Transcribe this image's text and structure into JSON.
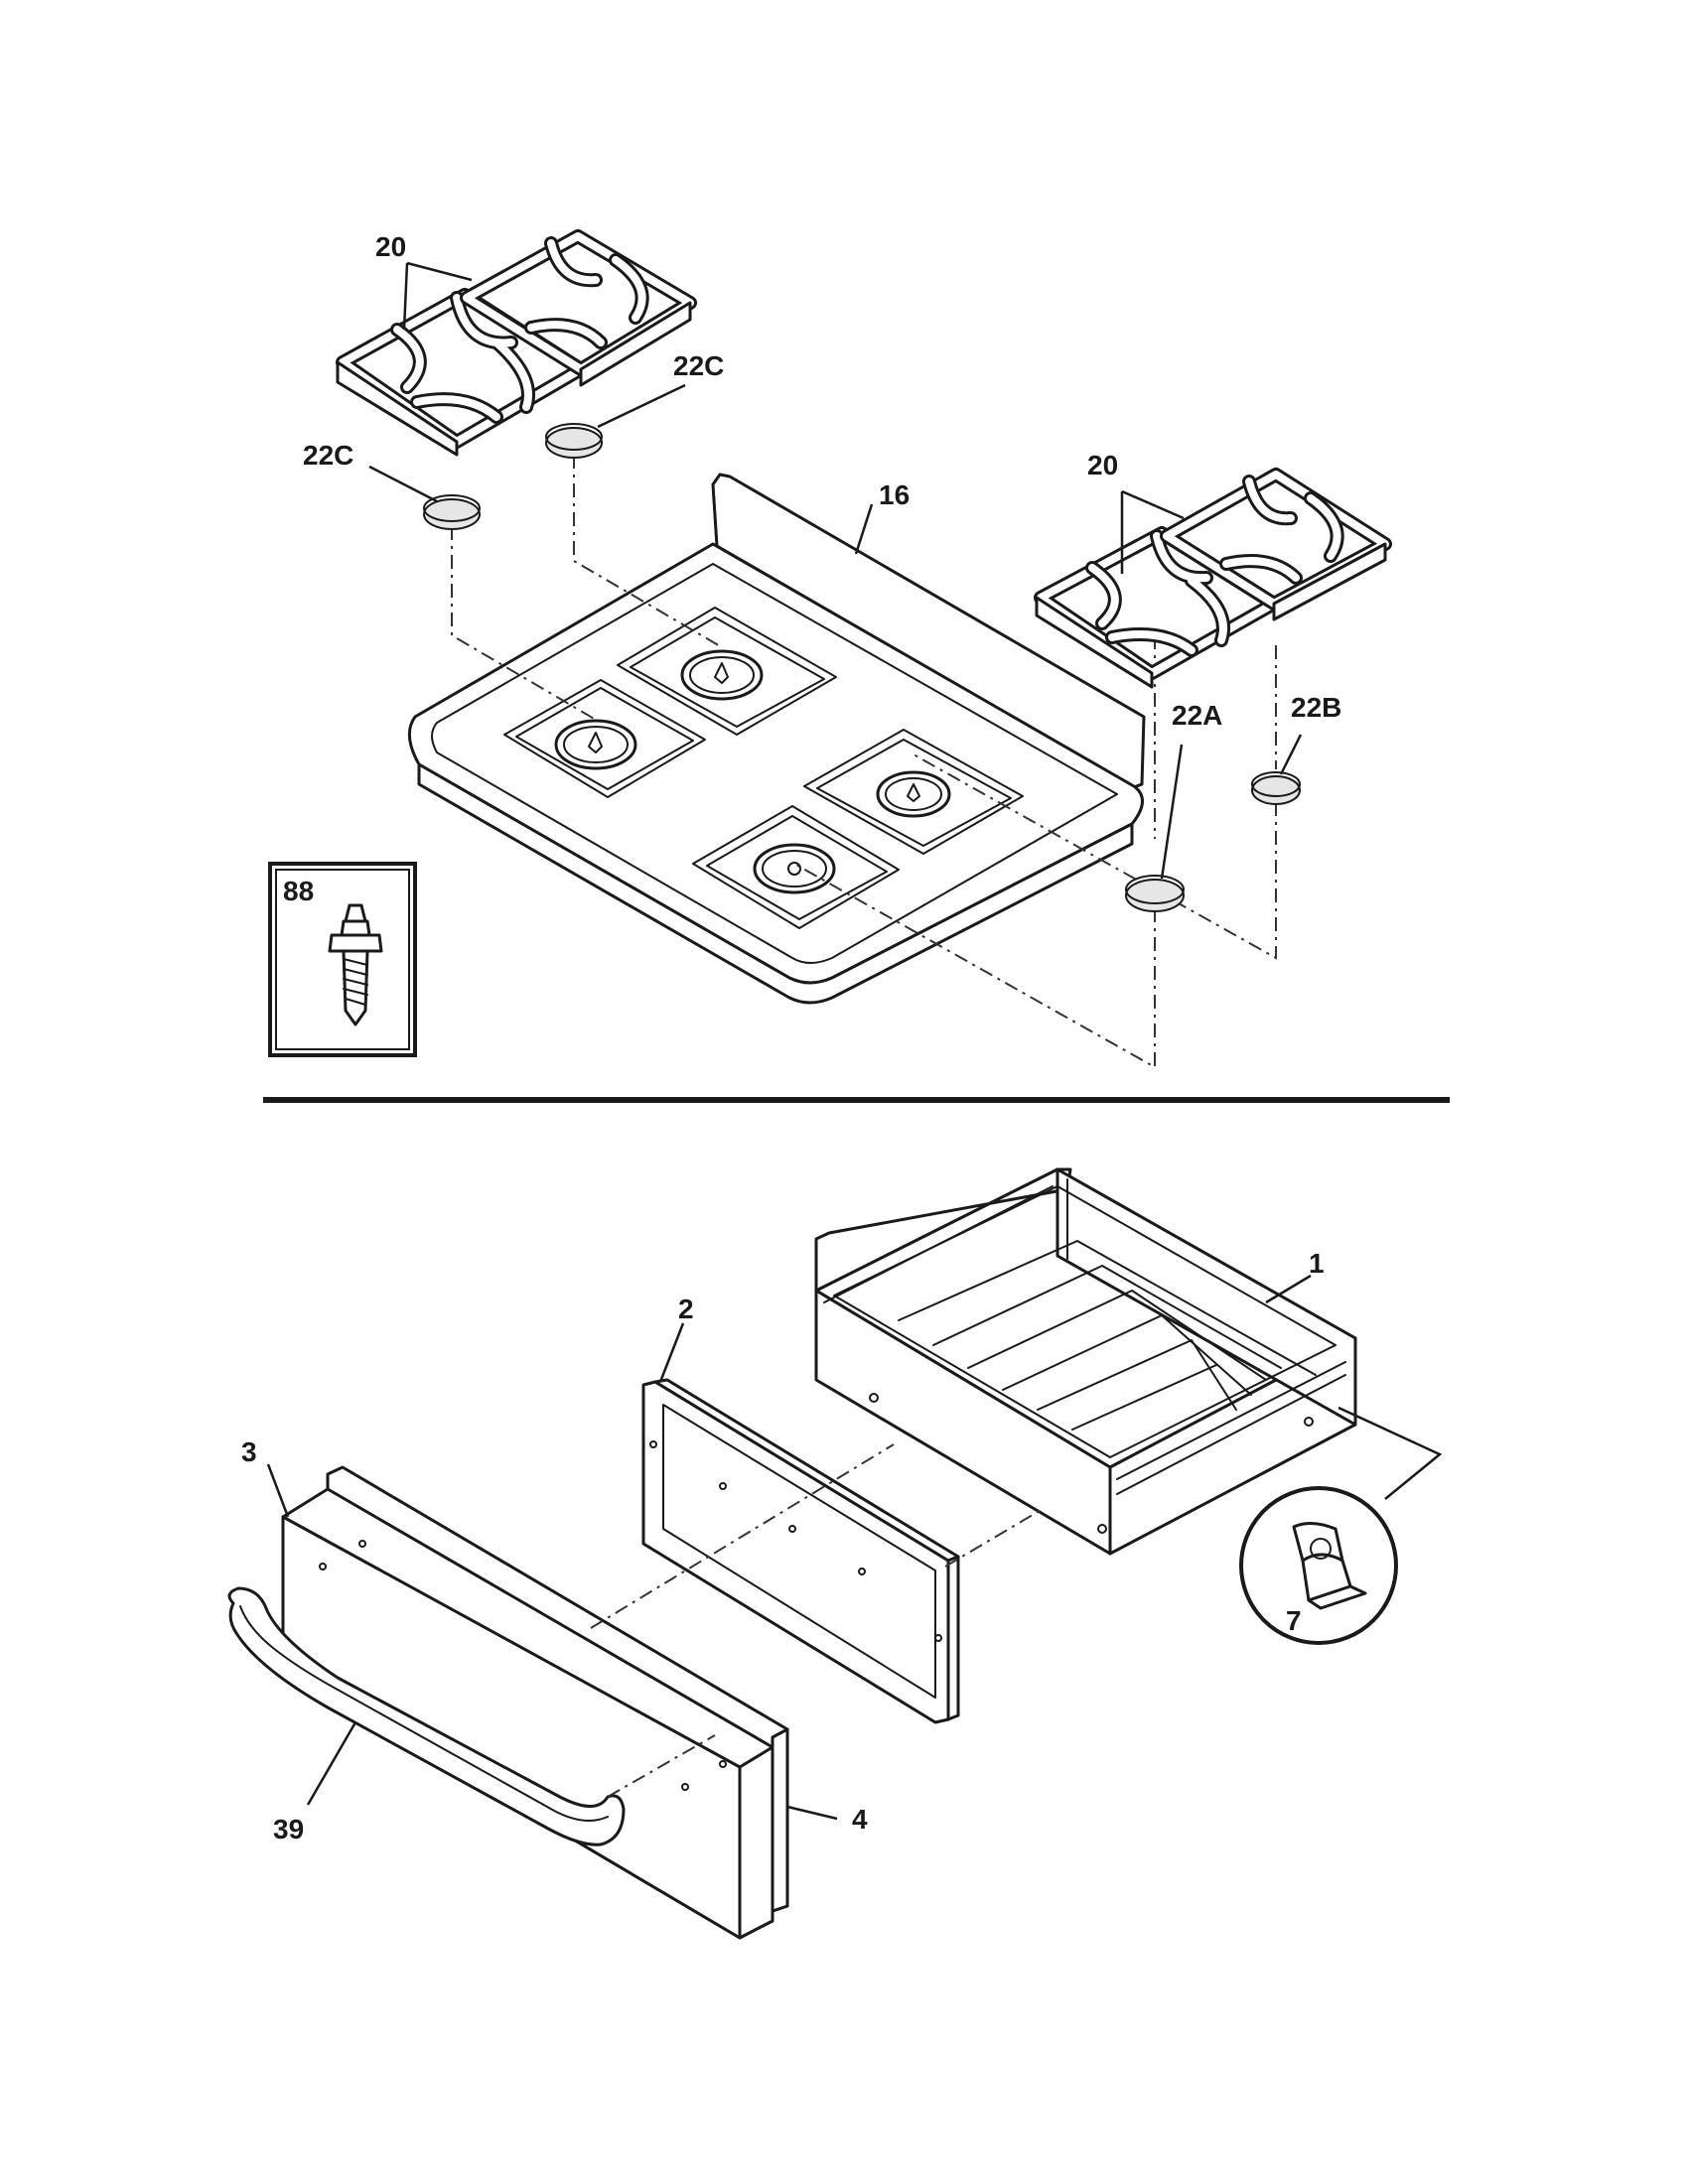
{
  "callouts": {
    "grate_upper": "20",
    "cap_left_upper": "22C",
    "cap_left_lower": "22C",
    "cooktop": "16",
    "grate_right": "20",
    "cap_22a": "22A",
    "cap_22b": "22B",
    "screw": "88",
    "drawer_body": "1",
    "drawer_frame": "2",
    "drawer_panel": "3",
    "drawer_front": "4",
    "handle": "39",
    "clip": "7"
  }
}
